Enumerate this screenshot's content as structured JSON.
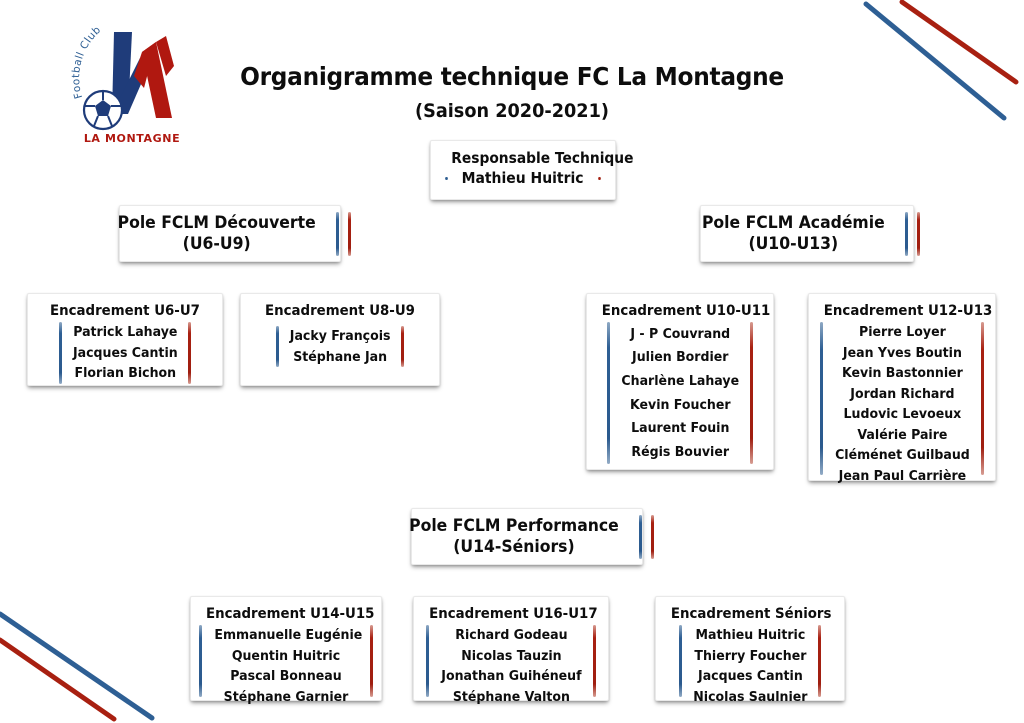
{
  "header": {
    "title": "Organigramme technique FC La Montagne",
    "subtitle": "(Saison 2020-2021)"
  },
  "logo": {
    "top_text": "Football Club",
    "monogram": "LM",
    "bottom_text": "LA MONTAGNE"
  },
  "colors": {
    "blue": "#2E5F94",
    "red": "#A82011",
    "text": "#0D0D0D",
    "background": "#FFFFFF"
  },
  "responsable": {
    "title": "Responsable Technique",
    "name": "Mathieu Huitric"
  },
  "poles": [
    {
      "id": "decouverte",
      "title": "Pole FCLM Découverte",
      "subtitle": "(U6-U9)"
    },
    {
      "id": "academie",
      "title": "Pole FCLM Académie",
      "subtitle": "(U10-U13)"
    },
    {
      "id": "performance",
      "title": "Pole FCLM Performance",
      "subtitle": "(U14-Séniors)"
    }
  ],
  "staff_groups": [
    {
      "id": "u6-u7",
      "title": "Encadrement U6-U7",
      "names": [
        "Patrick Lahaye",
        "Jacques Cantin",
        "Florian Bichon"
      ]
    },
    {
      "id": "u8-u9",
      "title": "Encadrement U8-U9",
      "names": [
        "Jacky François",
        "Stéphane Jan"
      ]
    },
    {
      "id": "u10-u11",
      "title": "Encadrement U10-U11",
      "names": [
        "J - P Couvrand",
        "Julien Bordier",
        "Charlène Lahaye",
        "Kevin Foucher",
        "Laurent Fouin",
        "Régis Bouvier"
      ]
    },
    {
      "id": "u12-u13",
      "title": "Encadrement U12-U13",
      "names": [
        "Pierre Loyer",
        "Jean Yves Boutin",
        "Kevin Bastonnier",
        "Jordan Richard",
        "Ludovic Levoeux",
        "Valérie Paire",
        "Cléménet Guilbaud",
        "Jean Paul Carrière"
      ]
    },
    {
      "id": "u14-u15",
      "title": "Encadrement U14-U15",
      "names": [
        "Emmanuelle Eugénie",
        "Quentin Huitric",
        "Pascal Bonneau",
        "Stéphane Garnier"
      ]
    },
    {
      "id": "u16-u17",
      "title": "Encadrement U16-U17",
      "names": [
        "Richard Godeau",
        "Nicolas Tauzin",
        "Jonathan Guihéneuf",
        "Stéphane Valton"
      ]
    },
    {
      "id": "seniors",
      "title": "Encadrement Séniors",
      "names": [
        "Mathieu Huitric",
        "Thierry Foucher",
        "Jacques Cantin",
        "Nicolas Saulnier"
      ]
    }
  ]
}
